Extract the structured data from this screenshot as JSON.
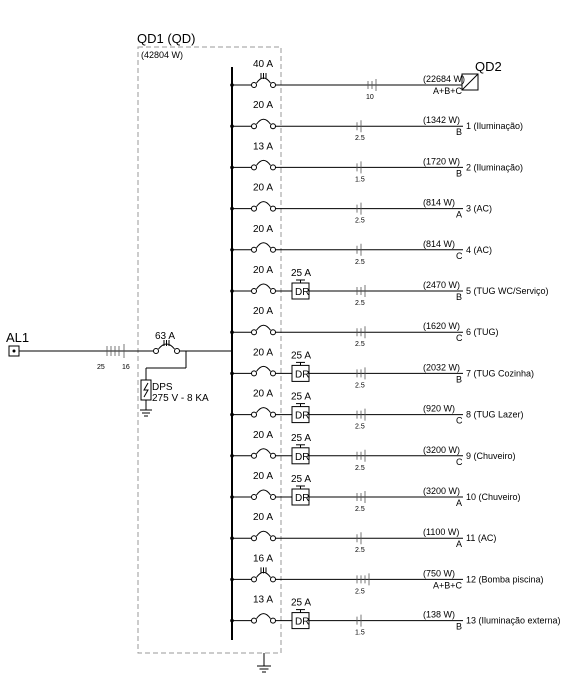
{
  "panel": {
    "name": "QD1 (QD)",
    "power": "(42804 W)"
  },
  "source": {
    "name": "AL1",
    "cable_left": "25",
    "cable_right": "16"
  },
  "main_breaker": {
    "rating": "63 A"
  },
  "dps": {
    "name": "DPS",
    "spec": "275 V - 8 KA"
  },
  "qd2": {
    "name": "QD2"
  },
  "circuits": [
    {
      "breaker": "40 A",
      "poles": 3,
      "dr": "",
      "cable": "10",
      "cond": 3,
      "power": "(22684 W)",
      "phase": "A+B+C",
      "label": ""
    },
    {
      "breaker": "20 A",
      "poles": 1,
      "dr": "",
      "cable": "2.5",
      "cond": 2,
      "power": "(1342 W)",
      "phase": "B",
      "label": "1 (Iluminação)"
    },
    {
      "breaker": "13 A",
      "poles": 1,
      "dr": "",
      "cable": "1.5",
      "cond": 2,
      "power": "(1720 W)",
      "phase": "B",
      "label": "2 (Iluminação)"
    },
    {
      "breaker": "20 A",
      "poles": 1,
      "dr": "",
      "cable": "2.5",
      "cond": 2,
      "power": "(814 W)",
      "phase": "A",
      "label": "3 (AC)"
    },
    {
      "breaker": "20 A",
      "poles": 1,
      "dr": "",
      "cable": "2.5",
      "cond": 2,
      "power": "(814 W)",
      "phase": "C",
      "label": "4 (AC)"
    },
    {
      "breaker": "20 A",
      "poles": 1,
      "dr": "25 A",
      "cable": "2.5",
      "cond": 3,
      "power": "(2470 W)",
      "phase": "B",
      "label": "5 (TUG WC/Serviço)"
    },
    {
      "breaker": "20 A",
      "poles": 1,
      "dr": "",
      "cable": "2.5",
      "cond": 3,
      "power": "(1620 W)",
      "phase": "C",
      "label": "6 (TUG)"
    },
    {
      "breaker": "20 A",
      "poles": 1,
      "dr": "25 A",
      "cable": "2.5",
      "cond": 3,
      "power": "(2032 W)",
      "phase": "B",
      "label": "7 (TUG Cozinha)"
    },
    {
      "breaker": "20 A",
      "poles": 1,
      "dr": "25 A",
      "cable": "2.5",
      "cond": 3,
      "power": "(920 W)",
      "phase": "C",
      "label": "8 (TUG Lazer)"
    },
    {
      "breaker": "20 A",
      "poles": 1,
      "dr": "25 A",
      "cable": "2.5",
      "cond": 3,
      "power": "(3200 W)",
      "phase": "C",
      "label": "9 (Chuveiro)"
    },
    {
      "breaker": "20 A",
      "poles": 1,
      "dr": "25 A",
      "cable": "2.5",
      "cond": 3,
      "power": "(3200 W)",
      "phase": "A",
      "label": "10 (Chuveiro)"
    },
    {
      "breaker": "20 A",
      "poles": 1,
      "dr": "",
      "cable": "2.5",
      "cond": 2,
      "power": "(1100 W)",
      "phase": "A",
      "label": "11 (AC)"
    },
    {
      "breaker": "16 A",
      "poles": 3,
      "dr": "",
      "cable": "2.5",
      "cond": 4,
      "power": "(750 W)",
      "phase": "A+B+C",
      "label": "12 (Bomba piscina)"
    },
    {
      "breaker": "13 A",
      "poles": 1,
      "dr": "25 A",
      "cable": "1.5",
      "cond": 2,
      "power": "(138 W)",
      "phase": "B",
      "label": "13 (Iluminação externa)"
    }
  ]
}
